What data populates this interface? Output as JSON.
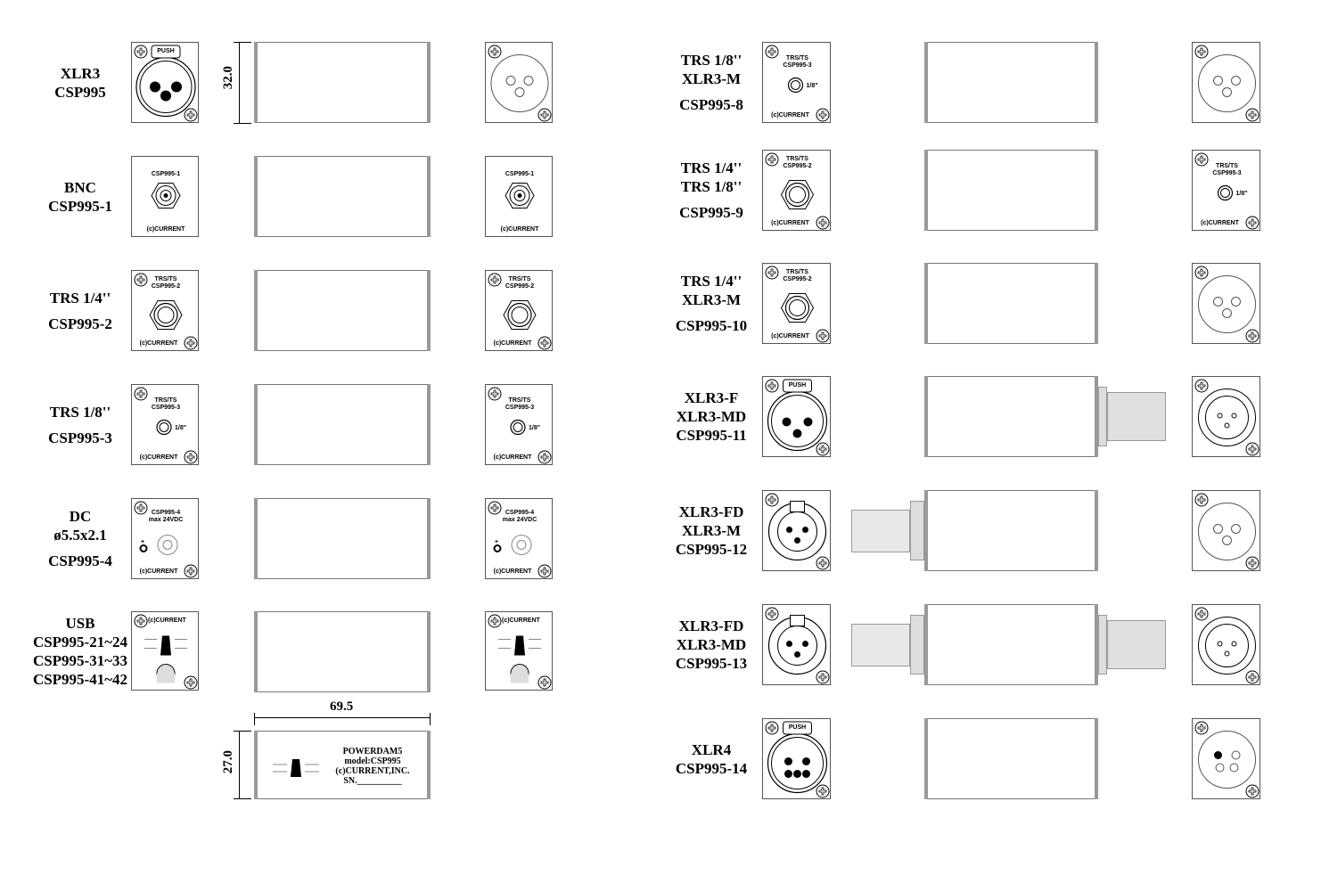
{
  "left_rows": [
    {
      "lines": [
        "XLR3",
        "CSP995"
      ],
      "panel_type": "xlr-push",
      "rear_type": "xlr-male-empty"
    },
    {
      "lines": [
        "BNC",
        "CSP995-1"
      ],
      "panel_type": "bnc",
      "rear_type": "bnc"
    },
    {
      "lines": [
        "TRS 1/4''",
        "",
        "CSP995-2"
      ],
      "panel_type": "trs14",
      "rear_type": "trs14"
    },
    {
      "lines": [
        "TRS 1/8''",
        "",
        "CSP995-3"
      ],
      "panel_type": "trs18",
      "rear_type": "trs18"
    },
    {
      "lines": [
        "DC",
        "ø5.5x2.1",
        "",
        "CSP995-4"
      ],
      "panel_type": "dc",
      "rear_type": "dc"
    },
    {
      "lines": [
        "USB",
        "CSP995-21~24",
        "CSP995-31~33",
        "CSP995-41~42"
      ],
      "panel_type": "usb",
      "rear_type": "usb"
    }
  ],
  "right_rows": [
    {
      "lines": [
        "TRS 1/8''",
        "XLR3-M",
        "",
        "CSP995-8"
      ],
      "panel_type": "trs18",
      "rear_type": "xlr-male-empty"
    },
    {
      "lines": [
        "TRS 1/4''",
        "TRS 1/8''",
        "",
        "CSP995-9"
      ],
      "panel_type": "trs14",
      "rear_type": "trs18"
    },
    {
      "lines": [
        "TRS 1/4''",
        "XLR3-M",
        "",
        "CSP995-10"
      ],
      "panel_type": "trs14",
      "rear_type": "xlr-male-empty"
    },
    {
      "lines": [
        "XLR3-F",
        "XLR3-MD",
        "CSP995-11"
      ],
      "panel_type": "xlr-push",
      "rear_type": "xlr-male-pins",
      "plug": "right"
    },
    {
      "lines": [
        "XLR3-FD",
        "XLR3-M",
        "CSP995-12"
      ],
      "panel_type": "xlr-fd",
      "rear_type": "xlr-male-empty",
      "plug": "left"
    },
    {
      "lines": [
        "XLR3-FD",
        "XLR3-MD",
        "CSP995-13"
      ],
      "panel_type": "xlr-fd",
      "rear_type": "xlr-male-pins",
      "plug": "both"
    },
    {
      "lines": [
        "XLR4",
        "CSP995-14"
      ],
      "panel_type": "xlr4-push",
      "rear_type": "xlr4-male"
    }
  ],
  "panel_text": {
    "push": "PUSH",
    "csp1": "CSP995-1",
    "current": "(c)CURRENT",
    "trsts": "TRS/TS",
    "csp2": "CSP995-2",
    "csp3": "CSP995-3",
    "eighth": "1/8\"",
    "csp4": "CSP995-4",
    "max": "max 24VDC",
    "plus": "+"
  },
  "dimensions": {
    "height_top": "32.0",
    "width": "69.5",
    "height_bottom": "27.0"
  },
  "nameplate": [
    "POWERDAM5",
    "model:CSP995",
    "(c)CURRENT,INC.",
    "SN.__________"
  ]
}
